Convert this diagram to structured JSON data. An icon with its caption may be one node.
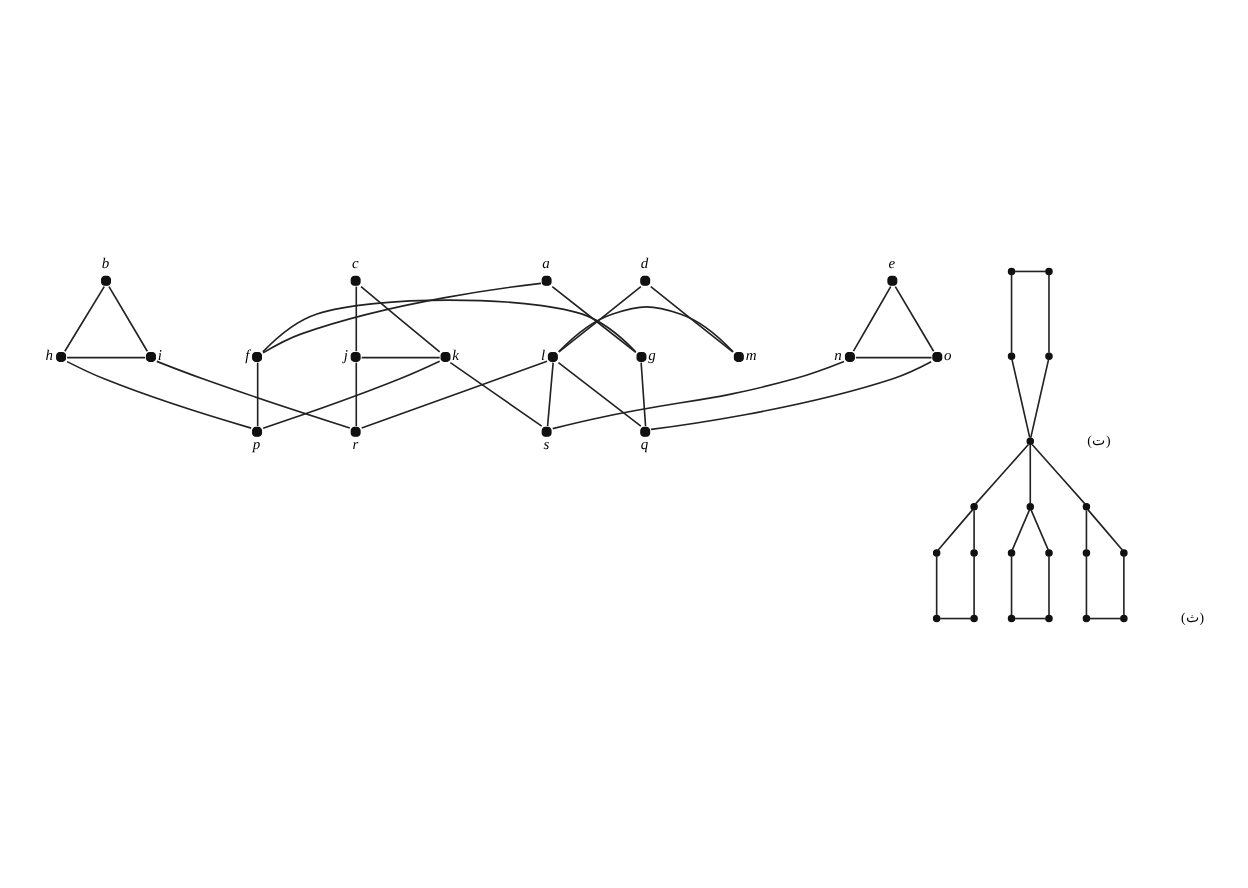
{
  "diagram": {
    "nodes": [
      {
        "text": [],
        "shape": "circle",
        "beside": [
          "a"
        ]
      },
      {
        "text": [],
        "shape": "circle",
        "beside": [
          "b"
        ]
      },
      {
        "text": [],
        "shape": "circle",
        "beside": [
          "c"
        ]
      },
      {
        "text": [],
        "shape": "circle",
        "beside": [
          "d"
        ]
      },
      {
        "text": [],
        "shape": "circle",
        "beside": [
          "e"
        ]
      },
      {
        "text": [],
        "shape": "circle",
        "beside": [
          "f"
        ]
      },
      {
        "text": [],
        "shape": "circle",
        "beside": [
          "g"
        ]
      },
      {
        "text": [],
        "shape": "circle",
        "beside": [
          "h"
        ]
      },
      {
        "text": [],
        "shape": "circle",
        "beside": [
          "i"
        ]
      },
      {
        "text": [],
        "shape": "circle",
        "beside": [
          "j"
        ]
      },
      {
        "text": [],
        "shape": "circle",
        "beside": [
          "k"
        ]
      },
      {
        "text": [],
        "shape": "circle",
        "beside": [
          "l"
        ]
      },
      {
        "text": [],
        "shape": "circle",
        "beside": [
          "m"
        ]
      },
      {
        "text": [],
        "shape": "circle",
        "beside": [
          "n"
        ]
      },
      {
        "text": [],
        "shape": "circle",
        "beside": [
          "o"
        ]
      },
      {
        "text": [],
        "shape": "circle",
        "beside": [
          "p"
        ]
      },
      {
        "text": [],
        "shape": "circle",
        "beside": [
          "q"
        ]
      },
      {
        "text": [],
        "shape": "circle",
        "beside": [
          "r"
        ]
      },
      {
        "text": [],
        "shape": "circle",
        "beside": [
          "s"
        ]
      },
      {
        "text": [],
        "shape": "circle"
      },
      {
        "text": [],
        "shape": "circle"
      },
      {
        "text": [],
        "shape": "circle"
      },
      {
        "text": [],
        "shape": "circle"
      },
      {
        "text": [],
        "shape": "circle"
      },
      {
        "text": [],
        "shape": "circle"
      },
      {
        "text": [],
        "shape": "circle"
      },
      {
        "text": [],
        "shape": "circle"
      },
      {
        "text": [],
        "shape": "circle"
      },
      {
        "text": [],
        "shape": "circle"
      },
      {
        "text": [],
        "shape": "circle"
      },
      {
        "text": [],
        "shape": "circle"
      },
      {
        "text": [],
        "shape": "circle"
      },
      {
        "text": [],
        "shape": "circle"
      },
      {
        "text": [],
        "shape": "circle"
      },
      {
        "text": [],
        "shape": "circle"
      },
      {
        "text": [],
        "shape": "circle"
      },
      {
        "text": [],
        "shape": "circle"
      },
      {
        "text": [],
        "shape": "circle"
      },
      {
        "text": [],
        "shape": "circle"
      }
    ],
    "edges": [
      {
        "from": 0,
        "to": 5,
        "arrow": "none"
      },
      {
        "from": 0,
        "to": 6,
        "arrow": "none"
      },
      {
        "from": 5,
        "to": 6,
        "arrow": "none"
      },
      {
        "from": 1,
        "to": 7,
        "arrow": "none"
      },
      {
        "from": 1,
        "to": 8,
        "arrow": "none"
      },
      {
        "from": 7,
        "to": 8,
        "arrow": "none"
      },
      {
        "from": 2,
        "to": 9,
        "arrow": "none"
      },
      {
        "from": 2,
        "to": 10,
        "arrow": "none"
      },
      {
        "from": 9,
        "to": 10,
        "arrow": "none"
      },
      {
        "from": 3,
        "to": 11,
        "arrow": "none"
      },
      {
        "from": 3,
        "to": 12,
        "arrow": "none"
      },
      {
        "from": 11,
        "to": 12,
        "arrow": "none"
      },
      {
        "from": 4,
        "to": 13,
        "arrow": "none"
      },
      {
        "from": 4,
        "to": 14,
        "arrow": "none"
      },
      {
        "from": 13,
        "to": 14,
        "arrow": "none"
      },
      {
        "from": 5,
        "to": 15,
        "arrow": "none"
      },
      {
        "from": 6,
        "to": 16,
        "arrow": "none"
      },
      {
        "from": 7,
        "to": 15,
        "arrow": "none"
      },
      {
        "from": 8,
        "to": 17,
        "arrow": "none"
      },
      {
        "from": 9,
        "to": 17,
        "arrow": "none"
      },
      {
        "from": 10,
        "to": 15,
        "arrow": "none"
      },
      {
        "from": 10,
        "to": 18,
        "arrow": "none"
      },
      {
        "from": 11,
        "to": 16,
        "arrow": "none"
      },
      {
        "from": 11,
        "to": 17,
        "arrow": "none"
      },
      {
        "from": 11,
        "to": 18,
        "arrow": "none"
      },
      {
        "from": 13,
        "to": 18,
        "arrow": "none"
      },
      {
        "from": 14,
        "to": 16,
        "arrow": "none"
      },
      {
        "from": 19,
        "to": 20,
        "arrow": "none"
      },
      {
        "from": 19,
        "to": 21,
        "arrow": "none"
      },
      {
        "from": 20,
        "to": 22,
        "arrow": "none"
      },
      {
        "from": 21,
        "to": 23,
        "arrow": "none"
      },
      {
        "from": 22,
        "to": 23,
        "arrow": "none"
      },
      {
        "from": 23,
        "to": 24,
        "arrow": "none"
      },
      {
        "from": 23,
        "to": 25,
        "arrow": "none"
      },
      {
        "from": 23,
        "to": 26,
        "arrow": "none"
      },
      {
        "from": 24,
        "to": 27,
        "arrow": "none"
      },
      {
        "from": 24,
        "to": 28,
        "arrow": "none"
      },
      {
        "from": 27,
        "to": 33,
        "arrow": "none"
      },
      {
        "from": 28,
        "to": 34,
        "arrow": "none"
      },
      {
        "from": 33,
        "to": 34,
        "arrow": "none"
      },
      {
        "from": 25,
        "to": 29,
        "arrow": "none"
      },
      {
        "from": 25,
        "to": 30,
        "arrow": "none"
      },
      {
        "from": 29,
        "to": 35,
        "arrow": "none"
      },
      {
        "from": 30,
        "to": 36,
        "arrow": "none"
      },
      {
        "from": 35,
        "to": 36,
        "arrow": "none"
      },
      {
        "from": 26,
        "to": 31,
        "arrow": "none"
      },
      {
        "from": 26,
        "to": 32,
        "arrow": "none"
      },
      {
        "from": 31,
        "to": 37,
        "arrow": "none"
      },
      {
        "from": 32,
        "to": 38,
        "arrow": "none"
      },
      {
        "from": 37,
        "to": 38,
        "arrow": "none"
      }
    ],
    "labels": [
      "(ت)",
      "(ث)"
    ]
  }
}
